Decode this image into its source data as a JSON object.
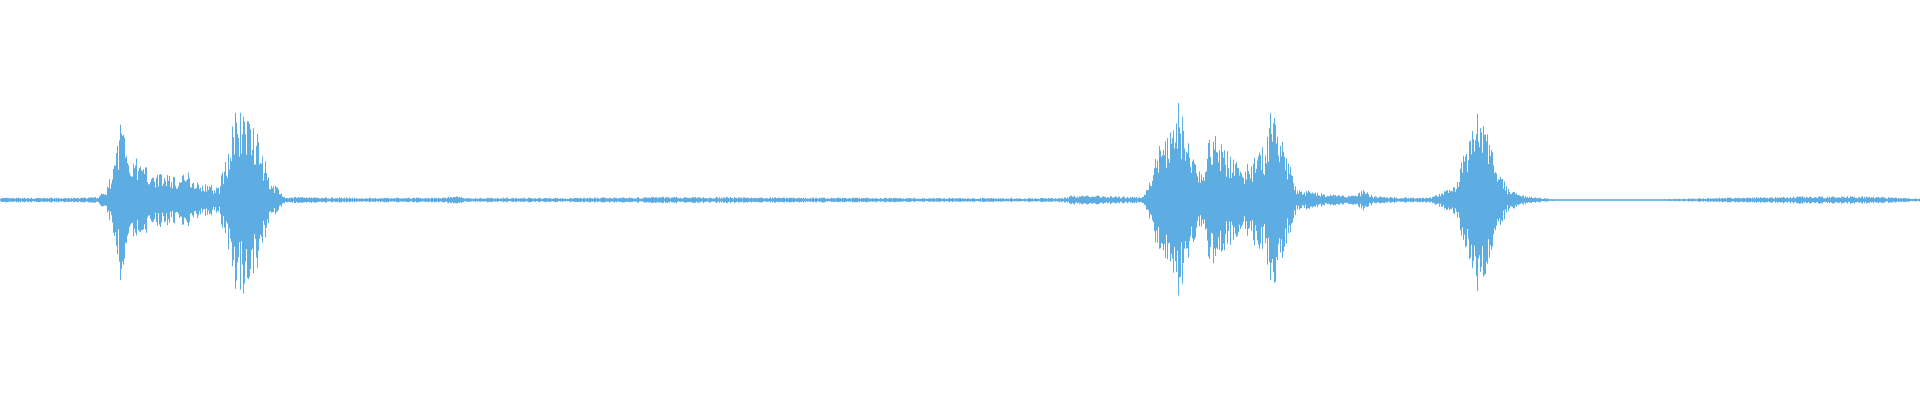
{
  "waveform": {
    "color": "#5dade2",
    "background": "#ffffff",
    "envelope": [
      [
        0.0,
        0.012
      ],
      [
        0.018,
        0.012
      ],
      [
        0.04,
        0.012
      ],
      [
        0.05,
        0.016
      ],
      [
        0.055,
        0.05
      ],
      [
        0.06,
        0.22
      ],
      [
        0.063,
        0.51
      ],
      [
        0.066,
        0.3
      ],
      [
        0.072,
        0.19
      ],
      [
        0.085,
        0.14
      ],
      [
        0.094,
        0.12
      ],
      [
        0.099,
        0.15
      ],
      [
        0.104,
        0.09
      ],
      [
        0.11,
        0.08
      ],
      [
        0.114,
        0.07
      ],
      [
        0.119,
        0.32
      ],
      [
        0.123,
        0.47
      ],
      [
        0.128,
        0.5
      ],
      [
        0.133,
        0.42
      ],
      [
        0.14,
        0.12
      ],
      [
        0.148,
        0.016
      ],
      [
        0.2,
        0.012
      ],
      [
        0.232,
        0.013
      ],
      [
        0.236,
        0.026
      ],
      [
        0.242,
        0.012
      ],
      [
        0.3,
        0.012
      ],
      [
        0.34,
        0.016
      ],
      [
        0.38,
        0.016
      ],
      [
        0.42,
        0.013
      ],
      [
        0.46,
        0.012
      ],
      [
        0.5,
        0.011
      ],
      [
        0.552,
        0.011
      ],
      [
        0.56,
        0.026
      ],
      [
        0.57,
        0.026
      ],
      [
        0.58,
        0.02
      ],
      [
        0.594,
        0.016
      ],
      [
        0.598,
        0.08
      ],
      [
        0.603,
        0.27
      ],
      [
        0.613,
        0.53
      ],
      [
        0.62,
        0.26
      ],
      [
        0.626,
        0.15
      ],
      [
        0.632,
        0.45
      ],
      [
        0.636,
        0.28
      ],
      [
        0.646,
        0.18
      ],
      [
        0.652,
        0.22
      ],
      [
        0.658,
        0.28
      ],
      [
        0.663,
        0.54
      ],
      [
        0.668,
        0.3
      ],
      [
        0.675,
        0.06
      ],
      [
        0.69,
        0.03
      ],
      [
        0.706,
        0.024
      ],
      [
        0.71,
        0.06
      ],
      [
        0.715,
        0.02
      ],
      [
        0.73,
        0.014
      ],
      [
        0.745,
        0.014
      ],
      [
        0.758,
        0.08
      ],
      [
        0.763,
        0.28
      ],
      [
        0.77,
        0.54
      ],
      [
        0.776,
        0.3
      ],
      [
        0.785,
        0.06
      ],
      [
        0.795,
        0.02
      ],
      [
        0.81,
        0.004
      ],
      [
        0.86,
        0.004
      ],
      [
        0.9,
        0.013
      ],
      [
        0.94,
        0.02
      ],
      [
        0.97,
        0.02
      ],
      [
        1.0,
        0.008
      ]
    ]
  }
}
